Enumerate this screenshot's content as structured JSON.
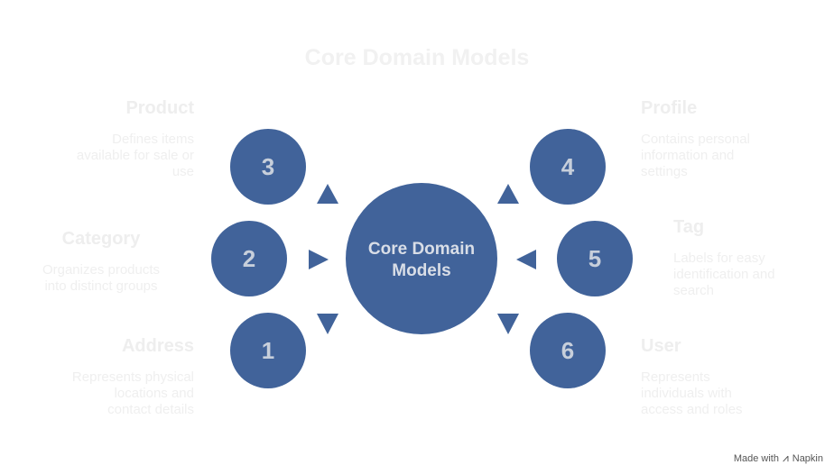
{
  "title": "Core Domain Models",
  "center": {
    "line1": "Core Domain",
    "line2": "Models"
  },
  "nodes": [
    {
      "number": "1",
      "title": "Address",
      "description": [
        "Represents physical",
        "locations and",
        "contact details"
      ]
    },
    {
      "number": "2",
      "title": "Category",
      "description": [
        "Organizes products",
        "into distinct groups"
      ]
    },
    {
      "number": "3",
      "title": "Product",
      "description": [
        "Defines items",
        "available for sale or",
        "use"
      ]
    },
    {
      "number": "4",
      "title": "Profile",
      "description": [
        "Contains personal",
        "information and",
        "settings"
      ]
    },
    {
      "number": "5",
      "title": "Tag",
      "description": [
        "Labels for easy",
        "identification and",
        "search"
      ]
    },
    {
      "number": "6",
      "title": "User",
      "description": [
        "Represents",
        "individuals with",
        "access and roles"
      ]
    }
  ],
  "colors": {
    "node": "#41639a",
    "text_faded": "#eeeeee"
  },
  "watermark": {
    "prefix": "Made with",
    "brand": "Napkin"
  }
}
